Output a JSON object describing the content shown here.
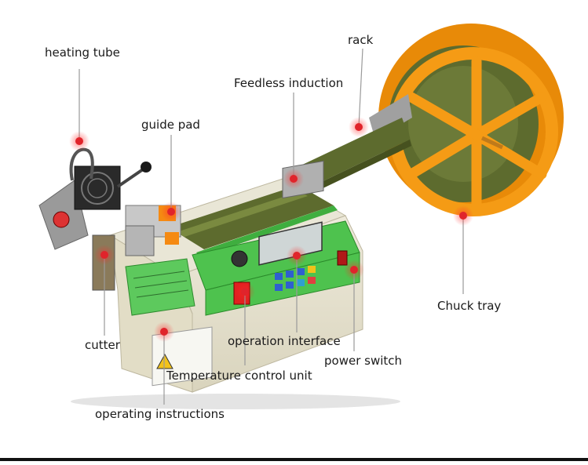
{
  "labels": {
    "heating_tube": "heating tube",
    "rack": "rack",
    "feedless_induction": "Feedless induction",
    "guide_pad": "guide pad",
    "chuck_tray": "Chuck tray",
    "cutter": "cutter",
    "operation_interface": "operation interface",
    "power_switch": "power switch",
    "temperature_control_unit": "Temperature control unit",
    "operating_instructions": "operating instructions"
  },
  "colors": {
    "callout_dot": "#e0242b",
    "leader_line": "#9a9a9a",
    "reel": "#f29a12",
    "tape": "#5d6b2e",
    "panel_green": "#4ec24e",
    "housing": "#e6e2cf"
  }
}
